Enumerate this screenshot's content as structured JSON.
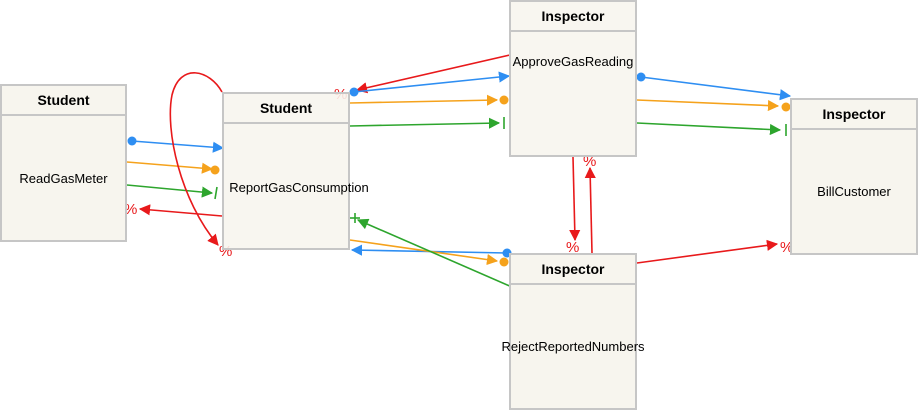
{
  "colors": {
    "red": "#e8191b",
    "blue": "#2e8ef2",
    "orange": "#f5a21c",
    "green": "#2da52d",
    "node_fill": "#f7f5ee",
    "node_border": "#c6c6c6"
  },
  "nodes": {
    "read_gas_meter": {
      "role": "Student",
      "activity": "ReadGasMeter"
    },
    "report_gas": {
      "role": "Student",
      "activity": "ReportGasConsumption"
    },
    "approve_reading": {
      "role": "Inspector",
      "activity": "ApproveGasReading"
    },
    "bill_customer": {
      "role": "Inspector",
      "activity": "BillCustomer"
    },
    "reject_numbers": {
      "role": "Inspector",
      "activity": "RejectReportedNumbers"
    }
  },
  "edge_marker_text": "%"
}
